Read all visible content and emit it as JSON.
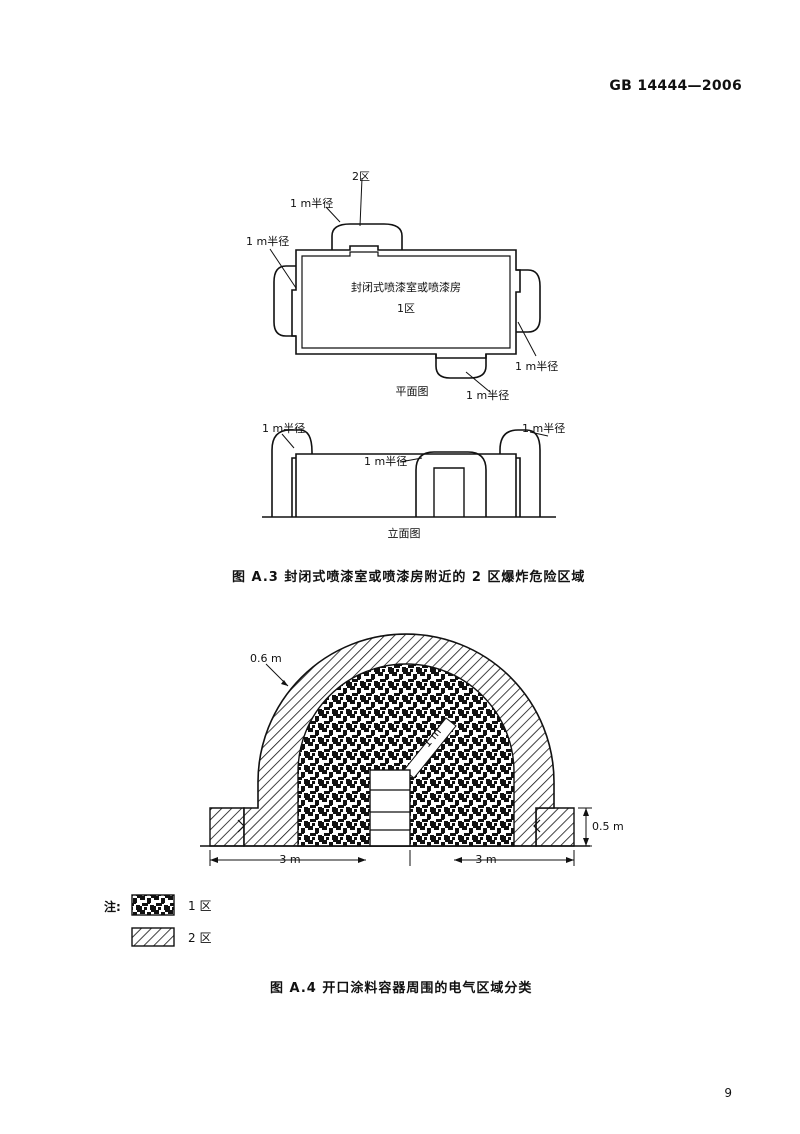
{
  "header": {
    "standard": "GB 14444—2006"
  },
  "figure_a3": {
    "zone2_label": "2区",
    "radius_label": "1 m半径",
    "room_name": "封闭式喷漆室或喷漆房",
    "room_zone": "1区",
    "plan_view": "平面图",
    "elevation_view": "立面图",
    "caption": "图 A.3   封闭式喷漆室或喷漆房附近的 2 区爆炸危险区域"
  },
  "figure_a4": {
    "dim_outer": "0.6 m",
    "dim_inner": "1 m",
    "dim_height": "0.5 m",
    "dim_left": "3 m",
    "dim_right": "3 m",
    "caption": "图 A.4   开口涂料容器周围的电气区域分类"
  },
  "legend": {
    "note": "注:",
    "zone1": "1 区",
    "zone2": "2 区"
  },
  "page_number": "9"
}
